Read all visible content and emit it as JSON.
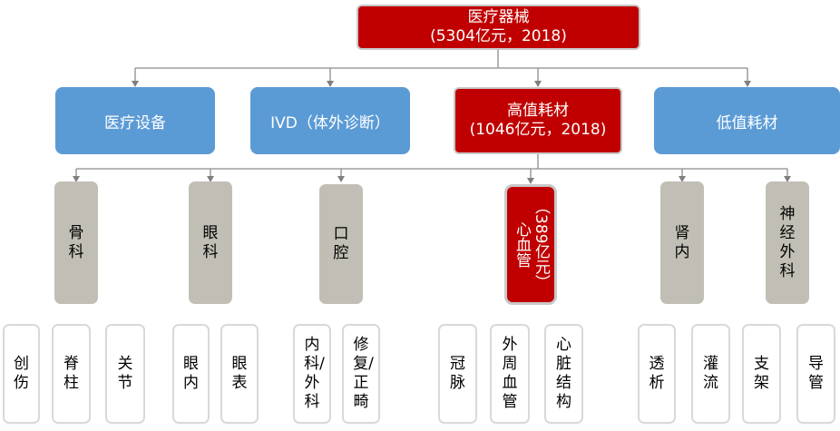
{
  "root": {
    "title": "医疗器械",
    "subtitle": "(5304亿元，2018)"
  },
  "level2": [
    {
      "label": "医疗设备"
    },
    {
      "label": "IVD（体外诊断）"
    },
    {
      "label": "高值耗材",
      "subtitle": "(1046亿元，2018)"
    },
    {
      "label": "低值耗材"
    }
  ],
  "level3": [
    {
      "label": "骨科"
    },
    {
      "label": "眼科"
    },
    {
      "label": "口腔"
    },
    {
      "label": "心血管",
      "subtitle": "（389亿元）"
    },
    {
      "label": "肾内"
    },
    {
      "label": "神经外科"
    }
  ],
  "level4": [
    "创伤",
    "脊柱",
    "关节",
    "眼内",
    "眼表",
    "内科/外科",
    "修复/正畸",
    "冠脉",
    "外周血管",
    "心脏结构",
    "透析",
    "灌流",
    "支架",
    "导管"
  ],
  "colors": {
    "highlight": "#c00000",
    "category": "#5b9bd5",
    "subcategory": "#c1bfb5"
  }
}
